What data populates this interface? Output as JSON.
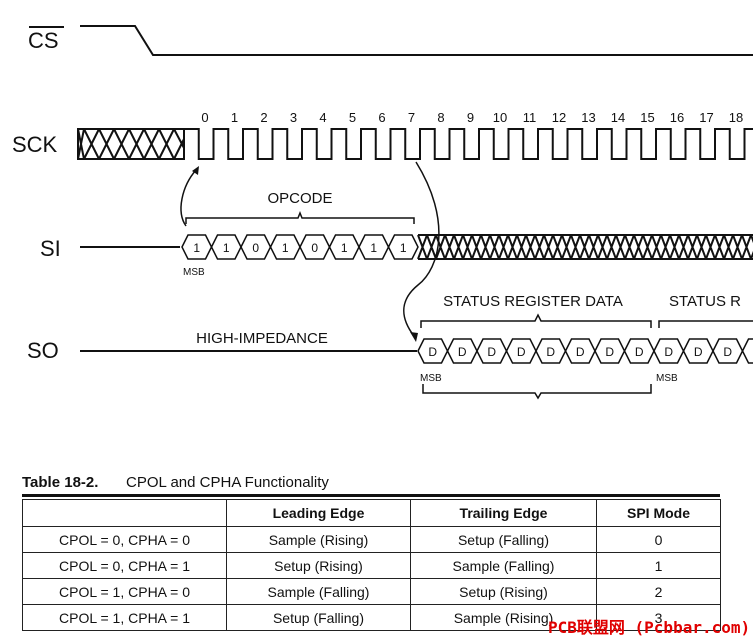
{
  "timing": {
    "signals": {
      "cs": "CS",
      "sck": "SCK",
      "si": "SI",
      "so": "SO"
    },
    "clock_numbers": [
      "0",
      "1",
      "2",
      "3",
      "4",
      "5",
      "6",
      "7",
      "8",
      "9",
      "10",
      "11",
      "12",
      "13",
      "14",
      "15",
      "16",
      "17",
      "18"
    ],
    "si_bits": [
      "1",
      "1",
      "0",
      "1",
      "0",
      "1",
      "1",
      "1"
    ],
    "so_bit_label": "D",
    "msb_label": "MSB",
    "opcode_label": "OPCODE",
    "status_register_label": "STATUS REGISTER DATA",
    "status_register_label_cut": "STATUS R",
    "high_impedance_label": "HIGH-IMPEDANCE"
  },
  "table": {
    "caption_number": "Table 18-2.",
    "caption_title": "CPOL and CPHA Functionality",
    "headers": [
      "",
      "Leading Edge",
      "Trailing Edge",
      "SPI Mode"
    ],
    "rows": [
      [
        "CPOL = 0, CPHA = 0",
        "Sample (Rising)",
        "Setup (Falling)",
        "0"
      ],
      [
        "CPOL = 0, CPHA = 1",
        "Setup (Rising)",
        "Sample (Falling)",
        "1"
      ],
      [
        "CPOL = 1, CPHA = 0",
        "Sample (Falling)",
        "Setup (Rising)",
        "2"
      ],
      [
        "CPOL = 1, CPHA = 1",
        "Setup (Falling)",
        "Sample (Rising)",
        "3"
      ]
    ]
  },
  "watermark": "PCB联盟网 (Pcbbar.com)",
  "colors": {
    "ink": "#111111",
    "watermark": "#e00000"
  }
}
